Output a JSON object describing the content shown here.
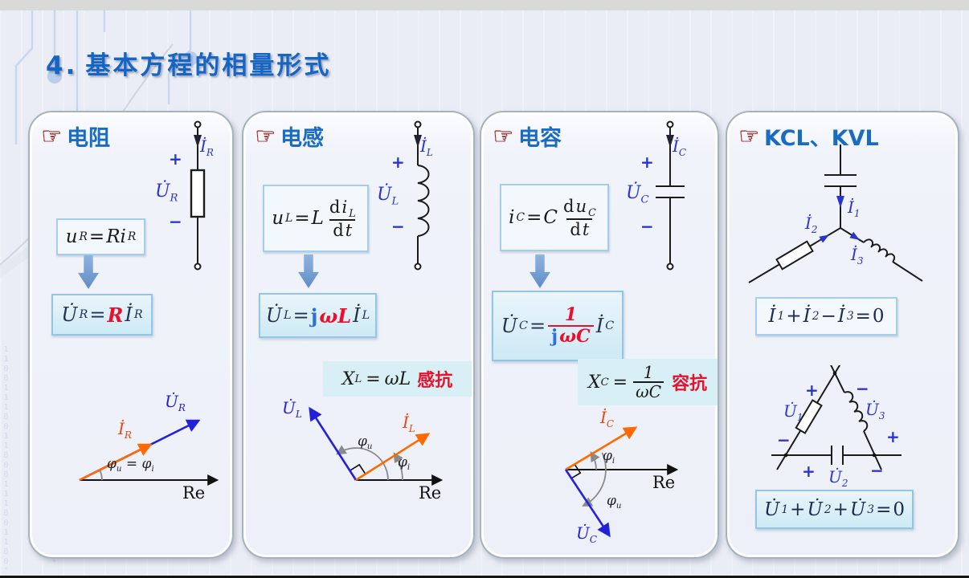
{
  "page": {
    "number": "4.",
    "title": "基本方程的相量形式"
  },
  "common": {
    "re": "Re",
    "plus": "+",
    "minus": "−",
    "hand": "☞"
  },
  "decor": {
    "binary": "110011100110001110011001110011000111001100111"
  },
  "colors": {
    "title_blue": "#1566c4",
    "panel_title_blue": "#1a6cc2",
    "hand_red": "#b31313",
    "math_red": "#e8112d",
    "j_blue": "#2f6fd8",
    "phasor_u_blue": "#2222dd",
    "phasor_i_orange": "#ff6a00",
    "circuit_label_blue": "#2934d0"
  },
  "resistor": {
    "title": "电阻",
    "circ": {
      "i": "İ",
      "i_sub": "R",
      "u": "U̇",
      "u_sub": "R"
    },
    "eq1": {
      "l": "u",
      "l_sub": "R",
      "eq": "=",
      "r": "Ri",
      "r_sub": "R"
    },
    "eq2": {
      "l": "U̇",
      "l_sub": "R",
      "eq": "=",
      "coef": "R",
      "r": "İ",
      "r_sub": "R"
    },
    "ph": {
      "u": "U̇",
      "u_sub": "R",
      "i": "İ",
      "i_sub": "R",
      "phi_u": "φ",
      "phi_u_sub": "u",
      "eq": "=",
      "phi_i": "φ",
      "phi_i_sub": "i"
    }
  },
  "inductor": {
    "title": "电感",
    "circ": {
      "i": "İ",
      "i_sub": "L",
      "u": "U̇",
      "u_sub": "L"
    },
    "eq1": {
      "l": "u",
      "l_sub": "L",
      "eq": "=",
      "coef": "L",
      "nd": "d",
      "ni": "i",
      "n_sub": "L",
      "dd": "d",
      "dt": "t"
    },
    "eq2": {
      "l": "U̇",
      "l_sub": "L",
      "eq": "=",
      "j": "j",
      "wl": "ωL",
      "r": "İ",
      "r_sub": "L"
    },
    "x": {
      "x": "X",
      "x_sub": "L",
      "eq": "=",
      "val": "ωL",
      "name": "感抗"
    },
    "ph": {
      "u": "U̇",
      "u_sub": "L",
      "i": "İ",
      "i_sub": "L",
      "phi_u": "φ",
      "phi_u_sub": "u",
      "phi_i": "φ",
      "phi_i_sub": "i"
    }
  },
  "capacitor": {
    "title": "电容",
    "circ": {
      "i": "İ",
      "i_sub": "C",
      "u": "U̇",
      "u_sub": "C"
    },
    "eq1": {
      "l": "i",
      "l_sub": "C",
      "eq": "=",
      "coef": "C",
      "nd": "d",
      "nu": "u",
      "n_sub": "C",
      "dd": "d",
      "dt": "t"
    },
    "eq2": {
      "l": "U̇",
      "l_sub": "C",
      "eq": "=",
      "num": "1",
      "j": "j",
      "wc": "ωC",
      "r": "İ",
      "r_sub": "C"
    },
    "x": {
      "x": "X",
      "x_sub": "C",
      "eq": "=",
      "num": "1",
      "den": "ωC",
      "name": "容抗"
    },
    "ph": {
      "u": "U̇",
      "u_sub": "C",
      "i": "İ",
      "i_sub": "C",
      "phi_u": "φ",
      "phi_u_sub": "u",
      "phi_i": "φ",
      "phi_i_sub": "i"
    }
  },
  "kirchhoff": {
    "title": "KCL、KVL",
    "node": {
      "i1": "İ",
      "s1": "1",
      "i2": "İ",
      "s2": "2",
      "i3": "İ",
      "s3": "3"
    },
    "kcl": {
      "a": "İ",
      "a_sub": "1",
      "op1": "+",
      "b": "İ",
      "b_sub": "2",
      "op2": "−",
      "c": "İ",
      "c_sub": "3",
      "eq": "=",
      "z": "0"
    },
    "tri": {
      "u1": "U̇",
      "s1": "1",
      "u2": "U̇",
      "s2": "2",
      "u3": "U̇",
      "s3": "3"
    },
    "kvl": {
      "a": "U̇",
      "a_sub": "1",
      "op1": "+",
      "b": "U̇",
      "b_sub": "2",
      "op2": "+",
      "c": "U̇",
      "c_sub": "3",
      "eq": "=",
      "z": "0"
    }
  }
}
